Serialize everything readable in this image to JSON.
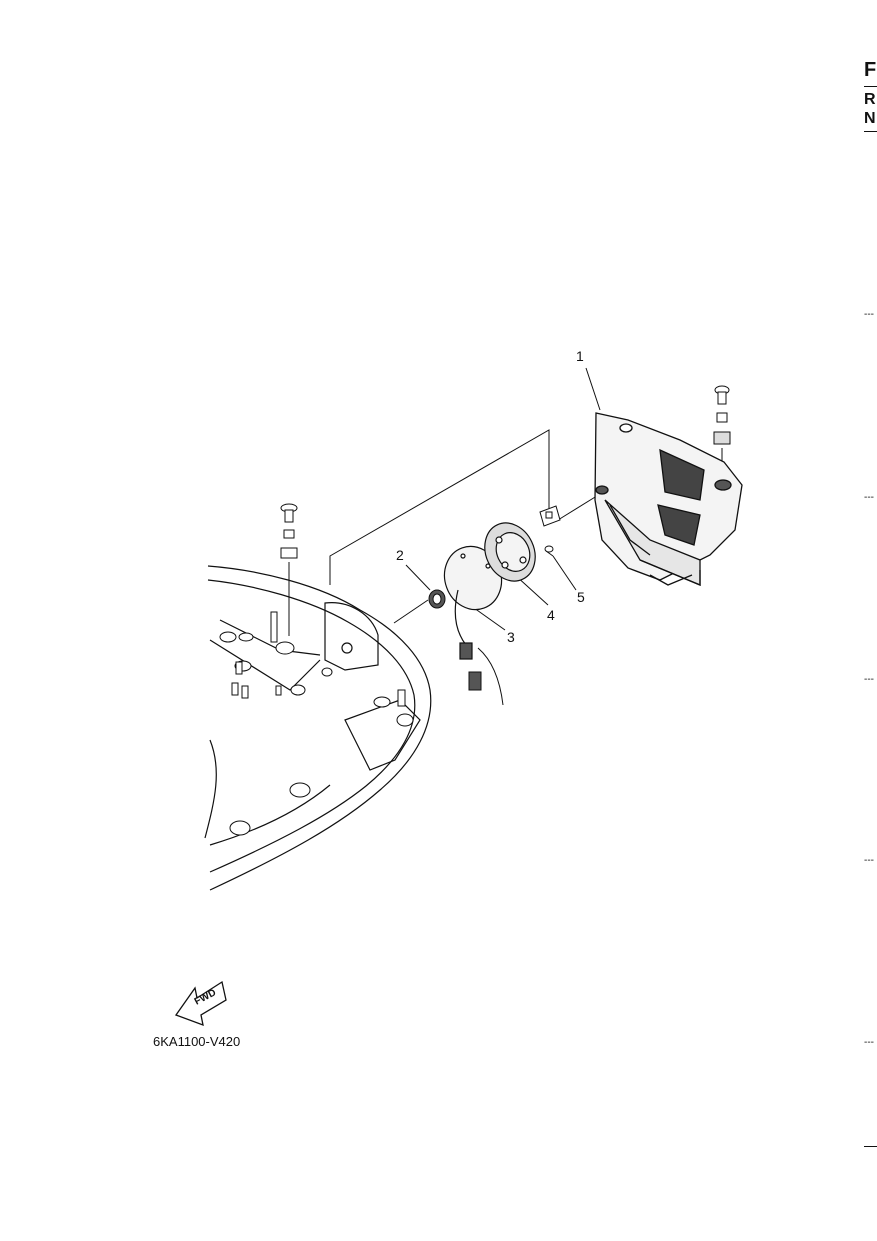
{
  "callouts": [
    "1",
    "2",
    "3",
    "4",
    "5"
  ],
  "figure_code": "6KA1100-V420",
  "direction_label": "FWD",
  "side_tab": {
    "letters": [
      "F",
      "R",
      "N"
    ],
    "tick_mark": "---"
  },
  "icons": {
    "direction": "fwd-arrow-icon"
  },
  "colors": {
    "line": "#111111",
    "fill_light": "#f2f2f2",
    "fill_dark": "#555555"
  }
}
